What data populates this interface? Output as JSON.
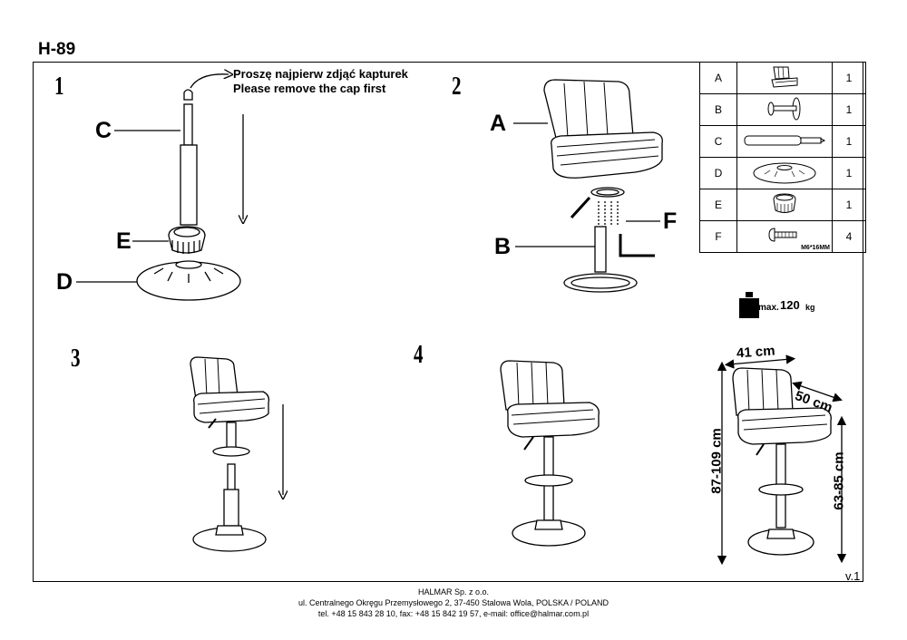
{
  "document": {
    "model": "H-89",
    "version": "v.1",
    "steps": [
      "1",
      "2",
      "3",
      "4"
    ],
    "step1": {
      "note_pl": "Proszę najpierw zdjąć kapturek",
      "note_en": "Please remove the cap first",
      "labels": {
        "c": "C",
        "e": "E",
        "d": "D"
      }
    },
    "step2": {
      "labels": {
        "a": "A",
        "b": "B",
        "f": "F"
      }
    },
    "parts": [
      {
        "letter": "A",
        "icon": "seat-icon",
        "qty": "1"
      },
      {
        "letter": "B",
        "icon": "footrest-icon",
        "qty": "1"
      },
      {
        "letter": "C",
        "icon": "gas-lift-icon",
        "qty": "1"
      },
      {
        "letter": "D",
        "icon": "base-icon",
        "qty": "1"
      },
      {
        "letter": "E",
        "icon": "base-cover-icon",
        "qty": "1"
      },
      {
        "letter": "F",
        "icon": "screw-icon",
        "qty": "4",
        "spec": "M6*16MM"
      }
    ],
    "max_load": {
      "prefix": "max.",
      "value": "120",
      "unit": "kg"
    },
    "dimensions": {
      "width": "41 cm",
      "depth": "50 cm",
      "height": "87-109 cm",
      "seat_height": "63-85 cm"
    },
    "footer": {
      "company": "HALMAR Sp. z o.o.",
      "address": "ul. Centralnego Okręgu Przemysłowego 2, 37-450 Stalowa Wola, POLSKA / POLAND",
      "contact": "tel. +48 15 843 28 10, fax: +48 15 842 19 57, e-mail: office@halmar.com.pl"
    }
  }
}
